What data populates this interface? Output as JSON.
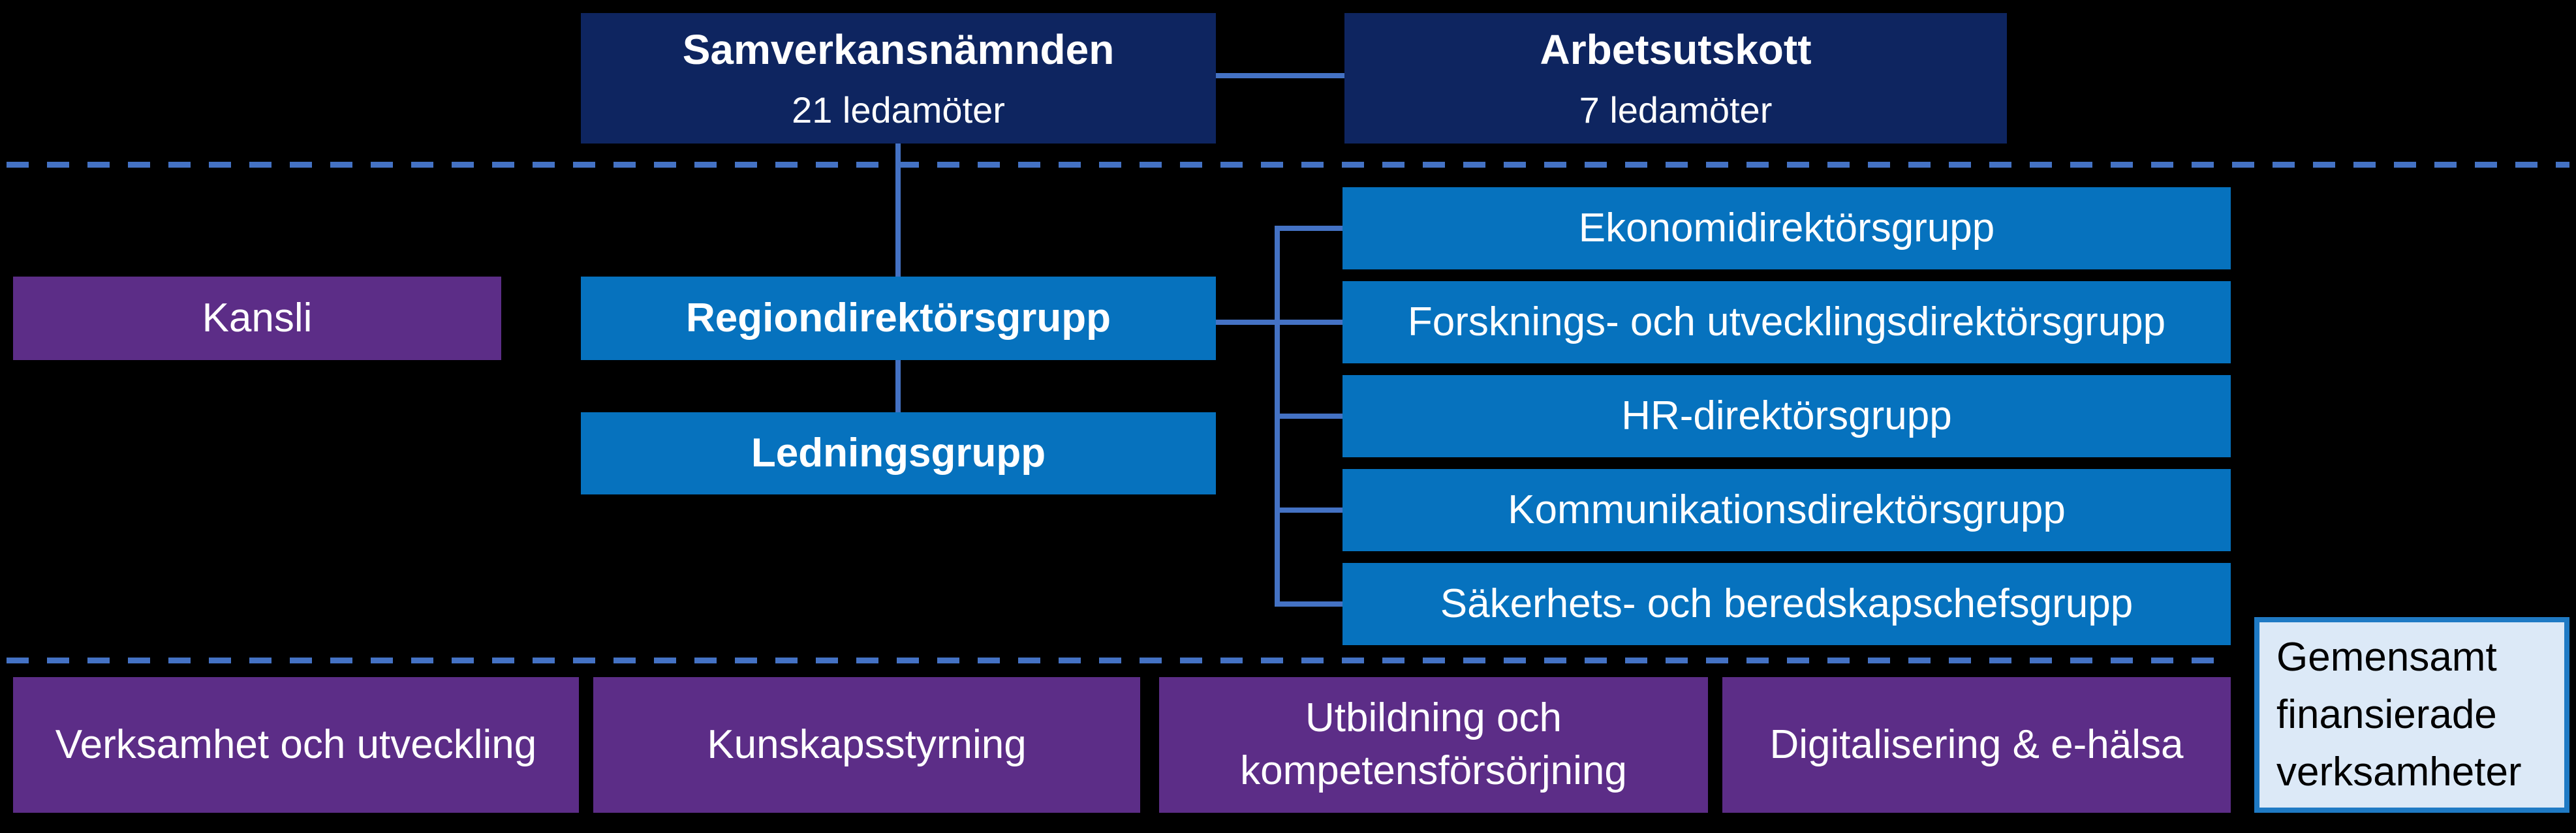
{
  "colors": {
    "background": "#000000",
    "navy_box": "#0E2560",
    "blue_box": "#0672BE",
    "purple_box": "#5C2D87",
    "connector_line": "#4472C4",
    "side_box_fill": "#DCE9F7",
    "side_box_border": "#1F7AC4",
    "box_text": "#FFFFFF",
    "side_box_text": "#000000"
  },
  "top_row": {
    "samverkansnamnden": {
      "title": "Samverkansnämnden",
      "subtitle": "21 ledamöter"
    },
    "arbetsutskott": {
      "title": "Arbetsutskott",
      "subtitle": "7 ledamöter"
    }
  },
  "middle": {
    "kansli": {
      "label": "Kansli"
    },
    "regiondirektorsgrupp": {
      "label": "Regiondirektörsgrupp"
    },
    "ledningsgrupp": {
      "label": "Ledningsgrupp"
    }
  },
  "right_column": [
    {
      "label": "Ekonomidirektörsgrupp"
    },
    {
      "label": "Forsknings- och utvecklingsdirektörsgrupp"
    },
    {
      "label": "HR-direktörsgrupp"
    },
    {
      "label": "Kommunikationsdirektörsgrupp"
    },
    {
      "label": "Säkerhets- och beredskapschefsgrupp"
    }
  ],
  "bottom_row": [
    {
      "label": "Verksamhet och utveckling"
    },
    {
      "label": "Kunskapsstyrning"
    },
    {
      "label": "Utbildning och kompetensförsörjning"
    },
    {
      "label": "Digitalisering & e-hälsa"
    }
  ],
  "side_box": {
    "label": "Gemensamt finansierade verksamheter"
  }
}
